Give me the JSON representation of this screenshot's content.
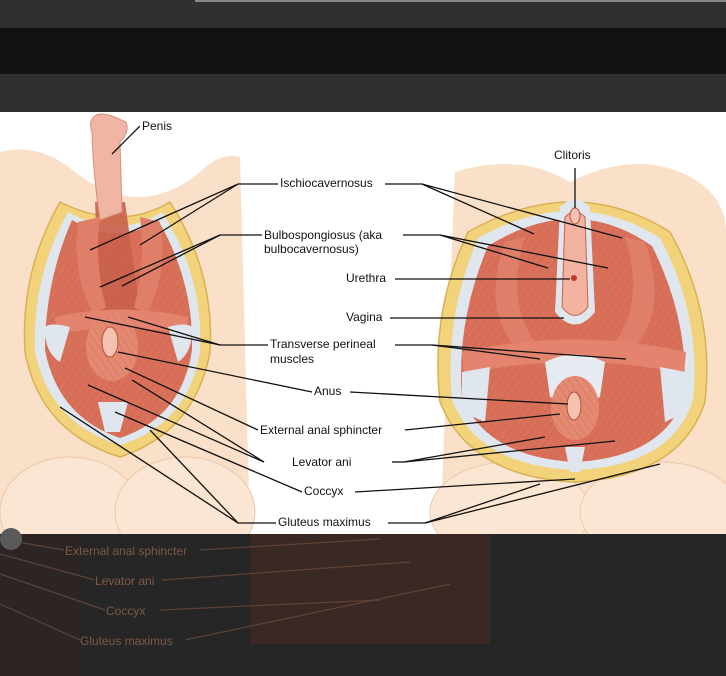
{
  "labels": {
    "penis": "Penis",
    "clitoris": "Clitoris",
    "ischiocavernosus": "Ischiocavernosus",
    "bulbospongiosus_1": "Bulbospongiosus (aka",
    "bulbospongiosus_2": "bulbocavernosus)",
    "urethra": "Urethra",
    "vagina": "Vagina",
    "transverse_1": "Transverse perineal",
    "transverse_2": "muscles",
    "anus": "Anus",
    "external_anal_sphincter": "External anal sphincter",
    "levator_ani": "Levator ani",
    "coccyx": "Coccyx",
    "gluteus_maximus": "Gluteus maximus"
  },
  "ghost_labels": {
    "external_anal_sphincter": "External anal sphincter",
    "levator_ani": "Levator ani",
    "coccyx": "Coccyx",
    "gluteus_maximus": "Gluteus maximus"
  },
  "colors": {
    "skin": "#fae0c8",
    "fat": "#f2d27a",
    "muscle": "#d9705a",
    "muscle_dark": "#b8503c",
    "fascia": "#dfe6ee",
    "organ": "#f2b4a0",
    "leader": "#111111"
  }
}
